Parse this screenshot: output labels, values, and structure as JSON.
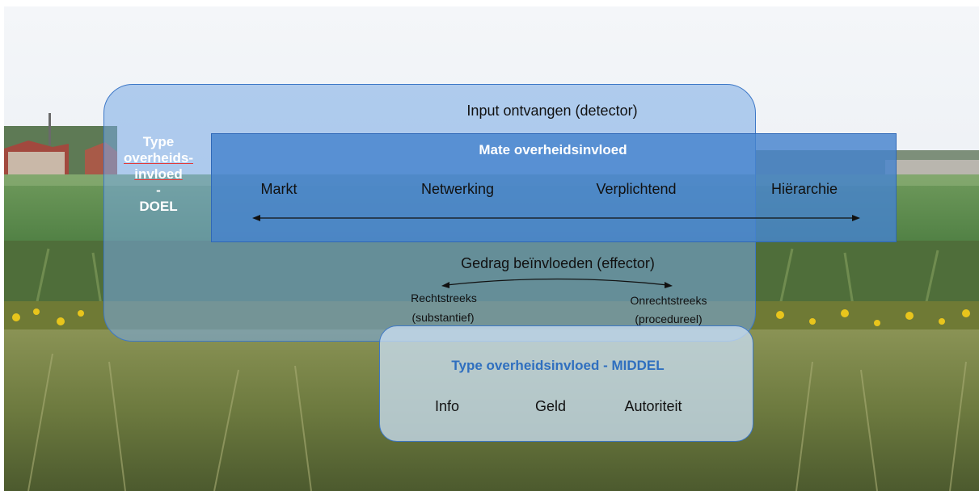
{
  "diagram": {
    "goal_box": {
      "label_lines": [
        "Type",
        "overheids-",
        "invloed",
        "-",
        "DOEL"
      ],
      "input_text": "Input ontvangen (detector)",
      "effector_text": "Gedrag beïnvloeden (effector)",
      "direct_label": "Rechtstreeks",
      "direct_sub": "(substantief)",
      "indirect_label": "Onrechtstreeks",
      "indirect_sub": "(procedureel)"
    },
    "scale_box": {
      "title": "Mate overheidsinvloed",
      "items": [
        "Markt",
        "Netwerking",
        "Verplichtend",
        "Hiërarchie"
      ]
    },
    "means_box": {
      "title": "Type overheidsinvloed - MIDDEL",
      "items": [
        "Info",
        "Geld",
        "Autoriteit"
      ]
    },
    "colors": {
      "goal_fill": "#78aae6",
      "scale_fill": "#4682cd",
      "means_fill": "#c8dcf0",
      "means_title": "#2f6fbf",
      "underline": "#e23a3a"
    },
    "background": "landscape photo: village, sky, grassland with reeds and yellow flowers"
  }
}
